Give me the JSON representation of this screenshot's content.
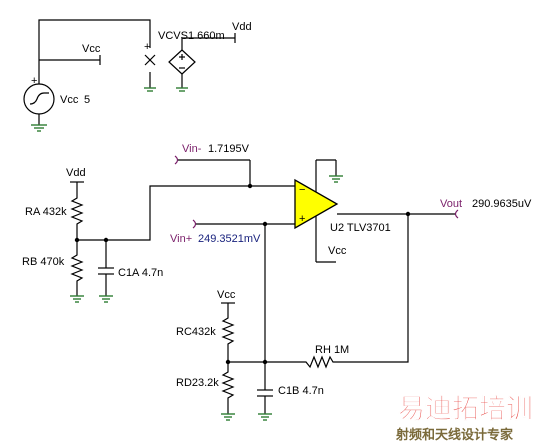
{
  "sources": {
    "vcc": {
      "name": "Vcc",
      "value": "5"
    },
    "vcvs": {
      "label": "VCVS1 660m"
    }
  },
  "rails": {
    "vdd": "Vdd",
    "vcc": "Vcc"
  },
  "components": {
    "ra": "RA 432k",
    "rb": "RB 470k",
    "c1a": "C1A 4.7n",
    "rc": "RC432k",
    "rd": "RD23.2k",
    "c1b": "C1B 4.7n",
    "rh": "RH 1M",
    "u2": "U2 TLV3701"
  },
  "probes": {
    "vin_minus": {
      "name": "Vin-",
      "value": "1.7195V"
    },
    "vin_plus": {
      "name": "Vin+",
      "value": "249.3521mV"
    },
    "vout": {
      "name": "Vout",
      "value": "290.9635uV"
    }
  },
  "watermark": {
    "title": "易迪拓培训",
    "subtitle": "射频和天线设计专家"
  },
  "colors": {
    "wire": "#000000",
    "ground": "#2e7d32",
    "probe": "#7a1f6a",
    "opamp_fill": "#ffff00",
    "watermark_main": "#e53935"
  }
}
